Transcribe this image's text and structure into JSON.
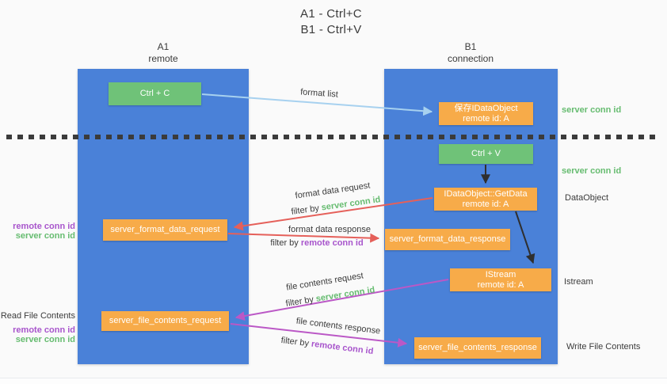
{
  "title": {
    "line1": "A1 - Ctrl+C",
    "line2": "B1 - Ctrl+V"
  },
  "columns": {
    "left": {
      "name": "A1",
      "subtitle": "remote"
    },
    "right": {
      "name": "B1",
      "subtitle": "connection"
    }
  },
  "nodes": {
    "ctrl_c": {
      "label": "Ctrl + C"
    },
    "save_idataobject": {
      "line1": "保存IDataObject",
      "line2": "remote id: A"
    },
    "ctrl_v": {
      "label": "Ctrl + V"
    },
    "getdata": {
      "line1": "IDataObject::GetData",
      "line2": "remote id: A"
    },
    "format_request": {
      "label": "server_format_data_request"
    },
    "format_response": {
      "label": "server_format_data_response"
    },
    "istream": {
      "line1": "IStream",
      "line2": "remote id: A"
    },
    "file_request": {
      "label": "server_file_contents_request"
    },
    "file_response": {
      "label": "server_file_contents_response"
    }
  },
  "side_labels": {
    "right_server_conn_top": "server conn id",
    "right_server_conn_mid": "server conn id",
    "dataobject": "DataObject",
    "istream": "Istream",
    "write_file_contents": "Write File Contents",
    "left_remote_conn_top": "remote conn id",
    "left_server_conn_top": "server conn id",
    "read_file_contents": "Read File Contents",
    "left_remote_conn_bottom": "remote conn id",
    "left_server_conn_bottom": "server conn id"
  },
  "flows": {
    "format_list": {
      "label": "format list"
    },
    "format_data": {
      "request_label": "format data request",
      "request_filter_prefix": "filter by ",
      "request_filter_key": "server conn id",
      "response_label": "format data response",
      "response_filter_prefix": "filter by ",
      "response_filter_key": "remote conn id"
    },
    "file_contents": {
      "request_label": "file contents request",
      "request_filter_prefix": "filter by ",
      "request_filter_key": "server conn id",
      "response_label": "file contents response",
      "response_filter_prefix": "filter by ",
      "response_filter_key": "remote conn id"
    }
  },
  "colors": {
    "lane_blue": "#4a81d8",
    "node_green": "#6fc278",
    "node_orange": "#f7ab49",
    "arrow_blue": "#a7d1ef",
    "arrow_red": "#e5605a",
    "arrow_purple": "#bb58c6",
    "arrow_black": "#2f2f2f",
    "label_green": "#66bc70",
    "label_purple": "#a855cc",
    "text_dark": "#3b3b3b",
    "divider_dark": "#3b3b3b"
  }
}
